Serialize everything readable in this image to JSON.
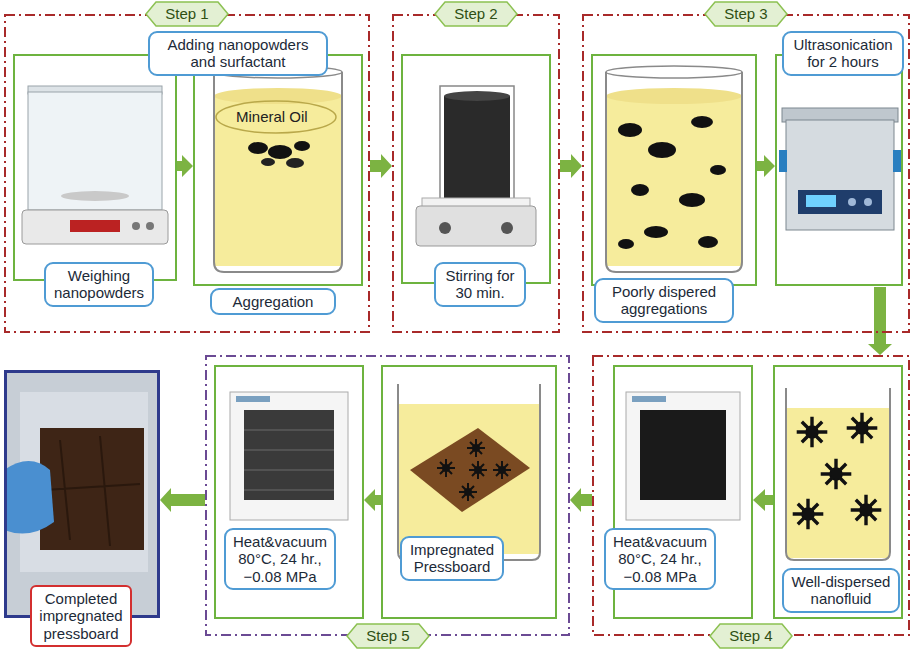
{
  "diagram": {
    "nodes": [
      {
        "text": [
          "Step 1"
        ]
      },
      {
        "text": [
          "Adding nanopowders and surfactant"
        ],
        "in": 0
      },
      {
        "text": [
          "Weighing nanopowders"
        ],
        "in": 0
      },
      {
        "text": [
          "Aggregation"
        ],
        "in": 0
      },
      {
        "text": [
          "Step 2"
        ]
      },
      {
        "text": [
          "Stirring for 30 min."
        ],
        "in": 4
      },
      {
        "text": [
          "Step 3"
        ]
      },
      {
        "text": [
          "Poorly dispered aggregations"
        ],
        "in": 6
      },
      {
        "text": [
          "Ultrasonication for 2 hours"
        ],
        "in": 6
      },
      {
        "text": [
          "Step 4"
        ]
      },
      {
        "text": [
          "Well-dispersed nanofluid"
        ],
        "in": 9
      },
      {
        "text": [
          "Heat&vacuum 80°C, 24 hr., −0.08 MPa"
        ],
        "in": 9
      },
      {
        "text": [
          "Step 5"
        ]
      },
      {
        "text": [
          "Heat&vacuum 80°C, 24 hr., −0.08 MPa"
        ],
        "in": 12
      },
      {
        "text": [
          "Impregnated Pressboard"
        ],
        "in": 12
      },
      {
        "text": [
          "Completed impregnated pressboard"
        ]
      }
    ],
    "edges": [
      {
        "from": 0,
        "to": 4,
        "arrow": "to"
      },
      {
        "from": 4,
        "to": 6,
        "arrow": "to"
      },
      {
        "from": 6,
        "to": 9,
        "arrow": "to"
      },
      {
        "from": 9,
        "to": 12,
        "arrow": "to"
      },
      {
        "from": 12,
        "to": 15,
        "arrow": "to"
      }
    ],
    "labels": [
      "Mineral Oil"
    ]
  }
}
